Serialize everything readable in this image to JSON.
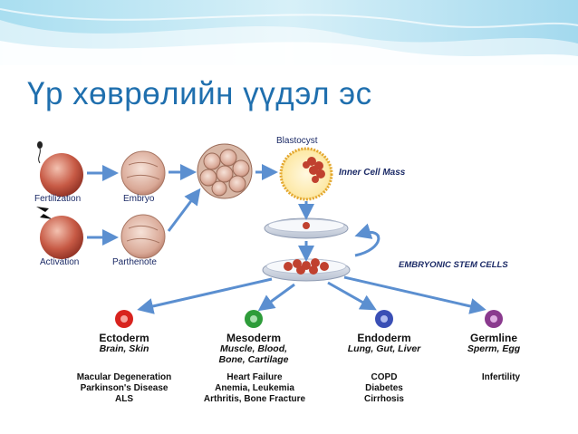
{
  "slide": {
    "title": "Үр хөврөлийн үүдэл эс"
  },
  "diagram": {
    "left_labels": [
      "Fertilization",
      "Embryo",
      "Activation",
      "Parthenote"
    ],
    "blastocyst": "Blastocyst",
    "inner_cell_mass": "Inner Cell Mass",
    "esc": "EMBRYONIC STEM CELLS",
    "layers": [
      {
        "name": "Ectoderm",
        "sub": [
          "Brain, Skin"
        ],
        "diseases": [
          "Macular Degeneration",
          "Parkinson's Disease",
          "ALS"
        ],
        "color": "#d8231e"
      },
      {
        "name": "Mesoderm",
        "sub": [
          "Muscle, Blood,",
          "Bone, Cartilage"
        ],
        "diseases": [
          "Heart Failure",
          "Anemia, Leukemia",
          "Arthritis, Bone Fracture"
        ],
        "color": "#2e9c3a"
      },
      {
        "name": "Endoderm",
        "sub": [
          "Lung, Gut, Liver"
        ],
        "diseases": [
          "COPD",
          "Diabetes",
          "Cirrhosis"
        ],
        "color": "#3a4fb5"
      },
      {
        "name": "Germline",
        "sub": [
          "Sperm, Egg"
        ],
        "diseases": [
          "Infertility"
        ],
        "color": "#8a3a8e"
      }
    ]
  },
  "colors": {
    "title": "#1f6fae",
    "arrow": "#5b8fd0",
    "banner": "#bfe6f3"
  }
}
